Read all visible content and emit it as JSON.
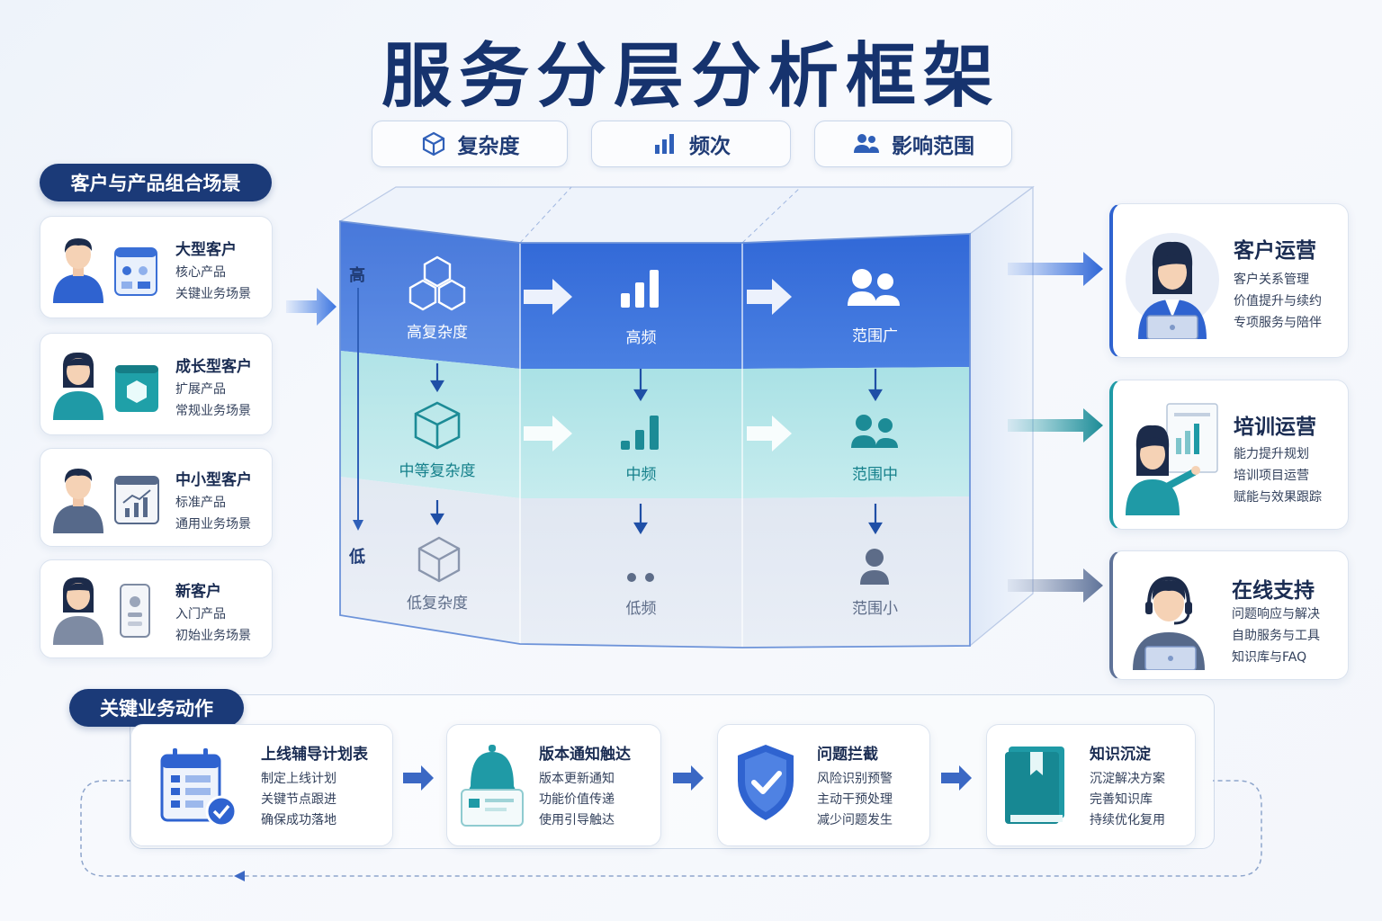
{
  "title": "服务分层分析框架",
  "dimensions": [
    {
      "label": "复杂度",
      "icon": "cube-icon"
    },
    {
      "label": "频次",
      "icon": "bar-chart-icon"
    },
    {
      "label": "影响范围",
      "icon": "users-icon"
    }
  ],
  "left_section": {
    "heading": "客户与产品组合场景",
    "items": [
      {
        "name": "大型客户",
        "product": "核心产品",
        "scene": "关键业务场景"
      },
      {
        "name": "成长型客户",
        "product": "扩展产品",
        "scene": "常规业务场景"
      },
      {
        "name": "中小型客户",
        "product": "标准产品",
        "scene": "通用业务场景"
      },
      {
        "name": "新客户",
        "product": "入门产品",
        "scene": "初始业务场景"
      }
    ]
  },
  "axis": {
    "high": "高",
    "low": "低"
  },
  "matrix": {
    "rows": [
      {
        "level": "high",
        "cells": [
          "高复杂度",
          "高频",
          "范围广"
        ]
      },
      {
        "level": "mid",
        "cells": [
          "中等复杂度",
          "中频",
          "范围中"
        ]
      },
      {
        "level": "low",
        "cells": [
          "低复杂度",
          "低频",
          "范围小"
        ]
      }
    ]
  },
  "right_section": [
    {
      "title": "客户运营",
      "lines": [
        "客户关系管理",
        "价值提升与续约",
        "专项服务与陪伴"
      ]
    },
    {
      "title": "培训运营",
      "lines": [
        "能力提升规划",
        "培训项目运营",
        "赋能与效果跟踪"
      ]
    },
    {
      "title": "在线支持",
      "lines": [
        "问题响应与解决",
        "自助服务与工具",
        "知识库与FAQ"
      ]
    }
  ],
  "bottom_section": {
    "heading": "关键业务动作",
    "steps": [
      {
        "title": "上线辅导计划表",
        "lines": [
          "制定上线计划",
          "关键节点跟进",
          "确保成功落地"
        ],
        "icon": "calendar-check-icon"
      },
      {
        "title": "版本通知触达",
        "lines": [
          "版本更新通知",
          "功能价值传递",
          "使用引导触达"
        ],
        "icon": "bell-icon"
      },
      {
        "title": "问题拦截",
        "lines": [
          "风险识别预警",
          "主动干预处理",
          "减少问题发生"
        ],
        "icon": "shield-check-icon"
      },
      {
        "title": "知识沉淀",
        "lines": [
          "沉淀解决方案",
          "完善知识库",
          "持续优化复用"
        ],
        "icon": "book-icon"
      }
    ]
  },
  "colors": {
    "navy": "#16336e",
    "blue": "#2f63d0",
    "teal": "#1f9aa6",
    "grey": "#7e8ba3"
  }
}
